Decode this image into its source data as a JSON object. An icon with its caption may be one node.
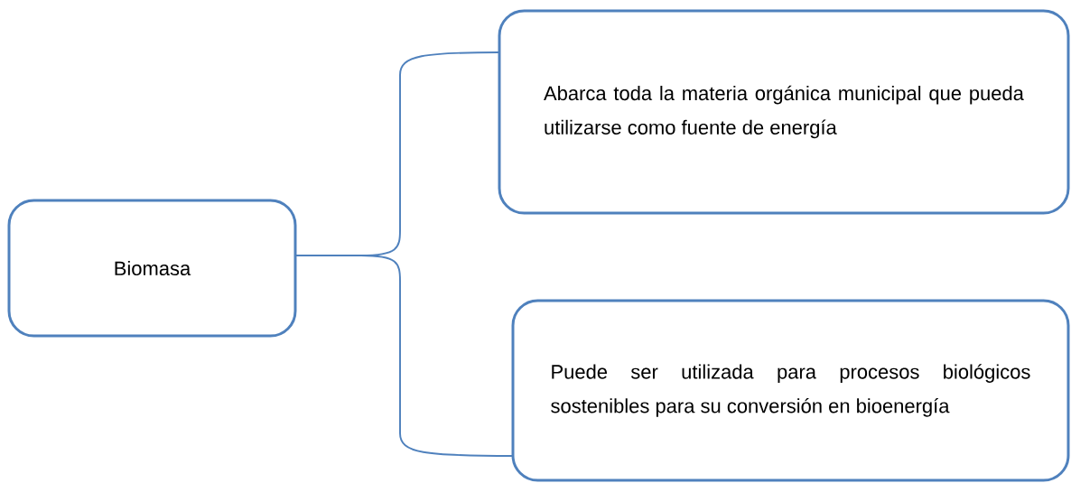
{
  "diagram": {
    "nodes": [
      {
        "text": [
          "Biomasa"
        ]
      },
      {
        "text": [
          "Abarca toda la materia orgánica municipal que pueda utilizarse como fuente de energía"
        ]
      },
      {
        "text": [
          "Puede ser utilizada para procesos biológicos sostenibles para su conversión en bioenergía"
        ]
      }
    ],
    "edges": [
      {
        "from": 0,
        "to": 1,
        "arrow": "none"
      },
      {
        "from": 0,
        "to": 2,
        "arrow": "none"
      }
    ]
  }
}
